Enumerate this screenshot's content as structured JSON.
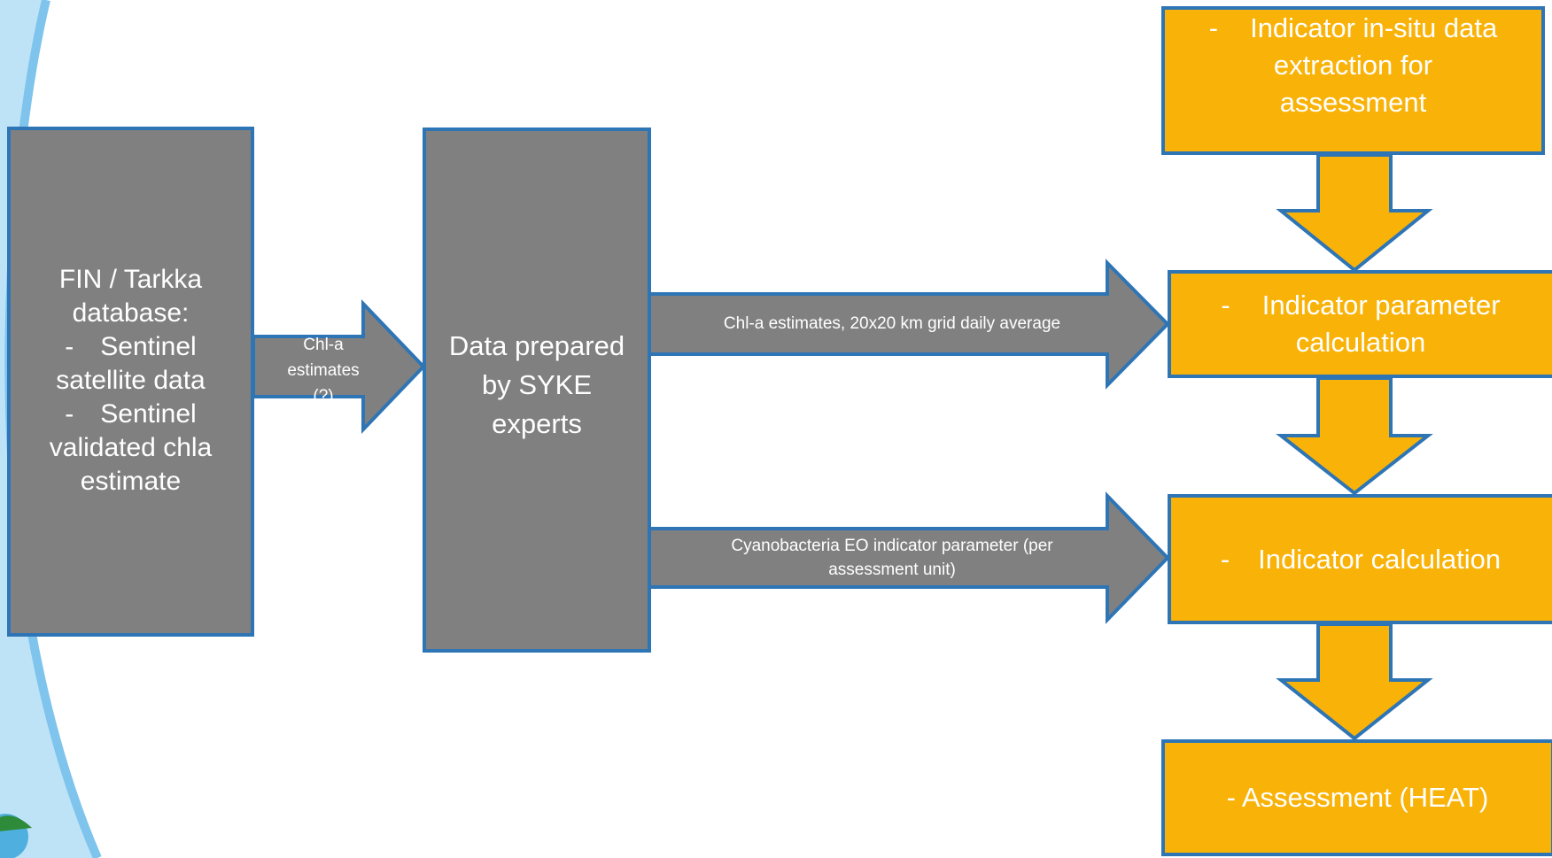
{
  "colors": {
    "gray_fill": "#808080",
    "orange_fill": "#F9B207",
    "border": "#2E75B6",
    "text": "#FFFFFF",
    "background_wave": "#7FC4EC"
  },
  "source_box": {
    "title_line1": "FIN / Tarkka",
    "title_line2": "database:",
    "bullet_marker": "-",
    "item1_line1": "Sentinel",
    "item1_line2": "satellite data",
    "item2_line1": "Sentinel",
    "item2_line2": "validated chla",
    "item2_line3": "estimate"
  },
  "prep_box": {
    "line1": "Data prepared",
    "line2": "by SYKE",
    "line3": "experts"
  },
  "arrow_chla_small": {
    "line1": "Chl-a",
    "line2": "estimates",
    "line3": "(?)"
  },
  "arrow_chla_grid": {
    "label": "Chl-a estimates, 20x20  km grid daily average"
  },
  "arrow_cyano": {
    "line1": "Cyanobacteria EO indicator parameter (per",
    "line2": "assessment unit)"
  },
  "steps": {
    "insitu": {
      "bullet": "-",
      "line1": "Indicator in-situ data",
      "line2": "extraction for",
      "line3": "assessment"
    },
    "param": {
      "bullet": "-",
      "line1": "Indicator parameter",
      "line2": "calculation"
    },
    "indicator": {
      "bullet": "-",
      "line1": "Indicator calculation"
    },
    "assessment": {
      "label": "- Assessment (HEAT)"
    }
  }
}
